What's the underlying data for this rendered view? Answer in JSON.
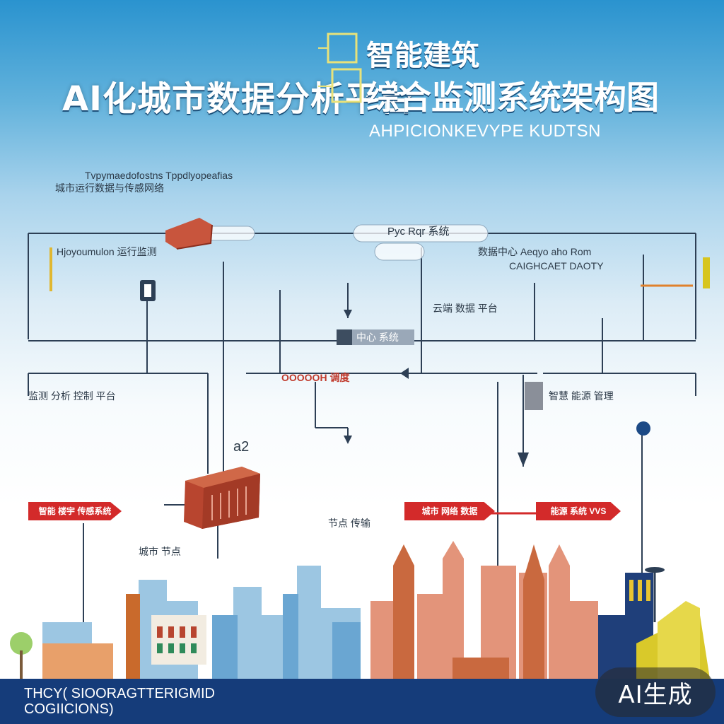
{
  "header": {
    "title_left": "AI化城市数据分析平台",
    "title_right_1": "智能建筑",
    "title_right_2": "综合监测系统架构图",
    "subtitle": "AHPICIONKEVYPE KUDTSN"
  },
  "labels": {
    "top_note_1": "Tvpymaedofostns Tppdlyopeafias",
    "top_note_2": "城市运行数据与传感网络",
    "mid_title": "Pyc Rqr 系统",
    "left_note": "Hjoyoumulon 运行监测",
    "right_note_1": "数据中心 Aeqyo aho Rom",
    "right_note_2": "CAIGHCAET DAOTY",
    "center_box": "中心 系统",
    "center_note": "云端 数据 平台",
    "branch_left": "监测 分析 控制 平台",
    "branch_center": "ОООООН 调度",
    "branch_right": "智慧 能源 管理",
    "tag_a2": "a2",
    "mid_small": "节点 传输",
    "ground_label": "城市 节点"
  },
  "tags": {
    "left": "智能 楼宇 传感系统",
    "center": "城市 网络 数据",
    "right": "能源 系统 VVS"
  },
  "footer": {
    "line1": "THCY( SIOORAGTTERIGMID",
    "line2": "COGIICIONS)"
  },
  "badge": "AI生成",
  "colors": {
    "line": "#2d3f55",
    "accent_red": "#d32a2a",
    "footer": "#153c7a",
    "building_red": "#b8452f"
  }
}
